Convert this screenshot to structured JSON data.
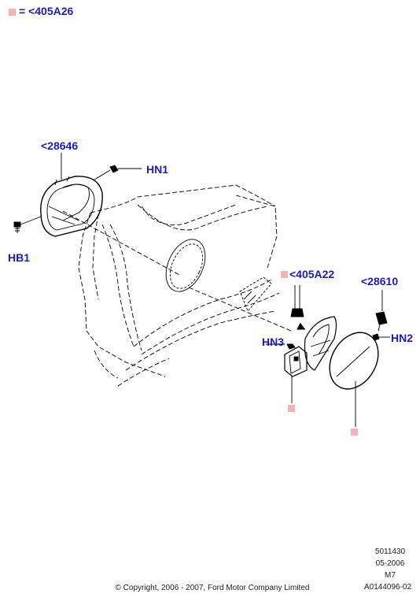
{
  "legend": {
    "marker_color": "#f2b3b3",
    "text": "= <405A26"
  },
  "callouts": {
    "part_28646": "<28646",
    "hn1": "HN1",
    "hb1": "HB1",
    "part_405a22": "<405A22",
    "part_28610": "<28610",
    "hn3": "HN3",
    "hn2": "HN2"
  },
  "colors": {
    "callout_text": "#1a1acc",
    "marker": "#f2b3b3",
    "line": "#000000"
  },
  "footer": {
    "ref_number": "5011430",
    "date": "05-2006",
    "model": "M7",
    "illustration_id": "A0144096-02",
    "copyright": "© Copyright, 2006 - 2007, Ford Motor Company Limited"
  }
}
